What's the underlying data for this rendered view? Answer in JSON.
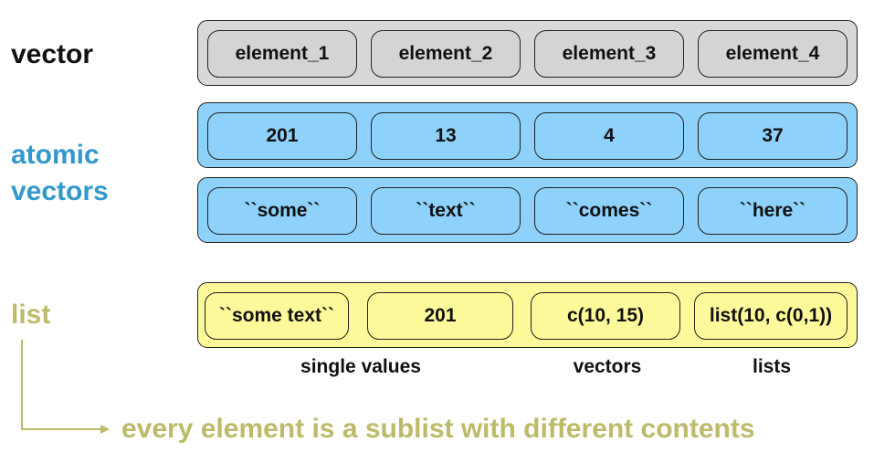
{
  "colors": {
    "black_label": "#111111",
    "atomic_label": "#3399cc",
    "list_label": "#bcbb6a",
    "gray_fill": "#d8d8d8",
    "blue_fill": "#8ed1fb",
    "yellow_fill": "#fcf99a"
  },
  "labels": {
    "vector": "vector",
    "atomic_line1": "atomic",
    "atomic_line2": "vectors",
    "list": "list"
  },
  "rows": {
    "vector_row": [
      "element_1",
      "element_2",
      "element_3",
      "element_4"
    ],
    "numeric_row": [
      "201",
      "13",
      "4",
      "37"
    ],
    "text_row": [
      "``some``",
      "``text``",
      "``comes``",
      "``here``"
    ],
    "list_row": [
      "``some text``",
      "201",
      "c(10, 15)",
      "list(10, c(0,1))"
    ]
  },
  "sub_labels": {
    "single_values": "single values",
    "vectors": "vectors",
    "lists": "lists"
  },
  "bottom_note": "every element is a sublist with different contents"
}
